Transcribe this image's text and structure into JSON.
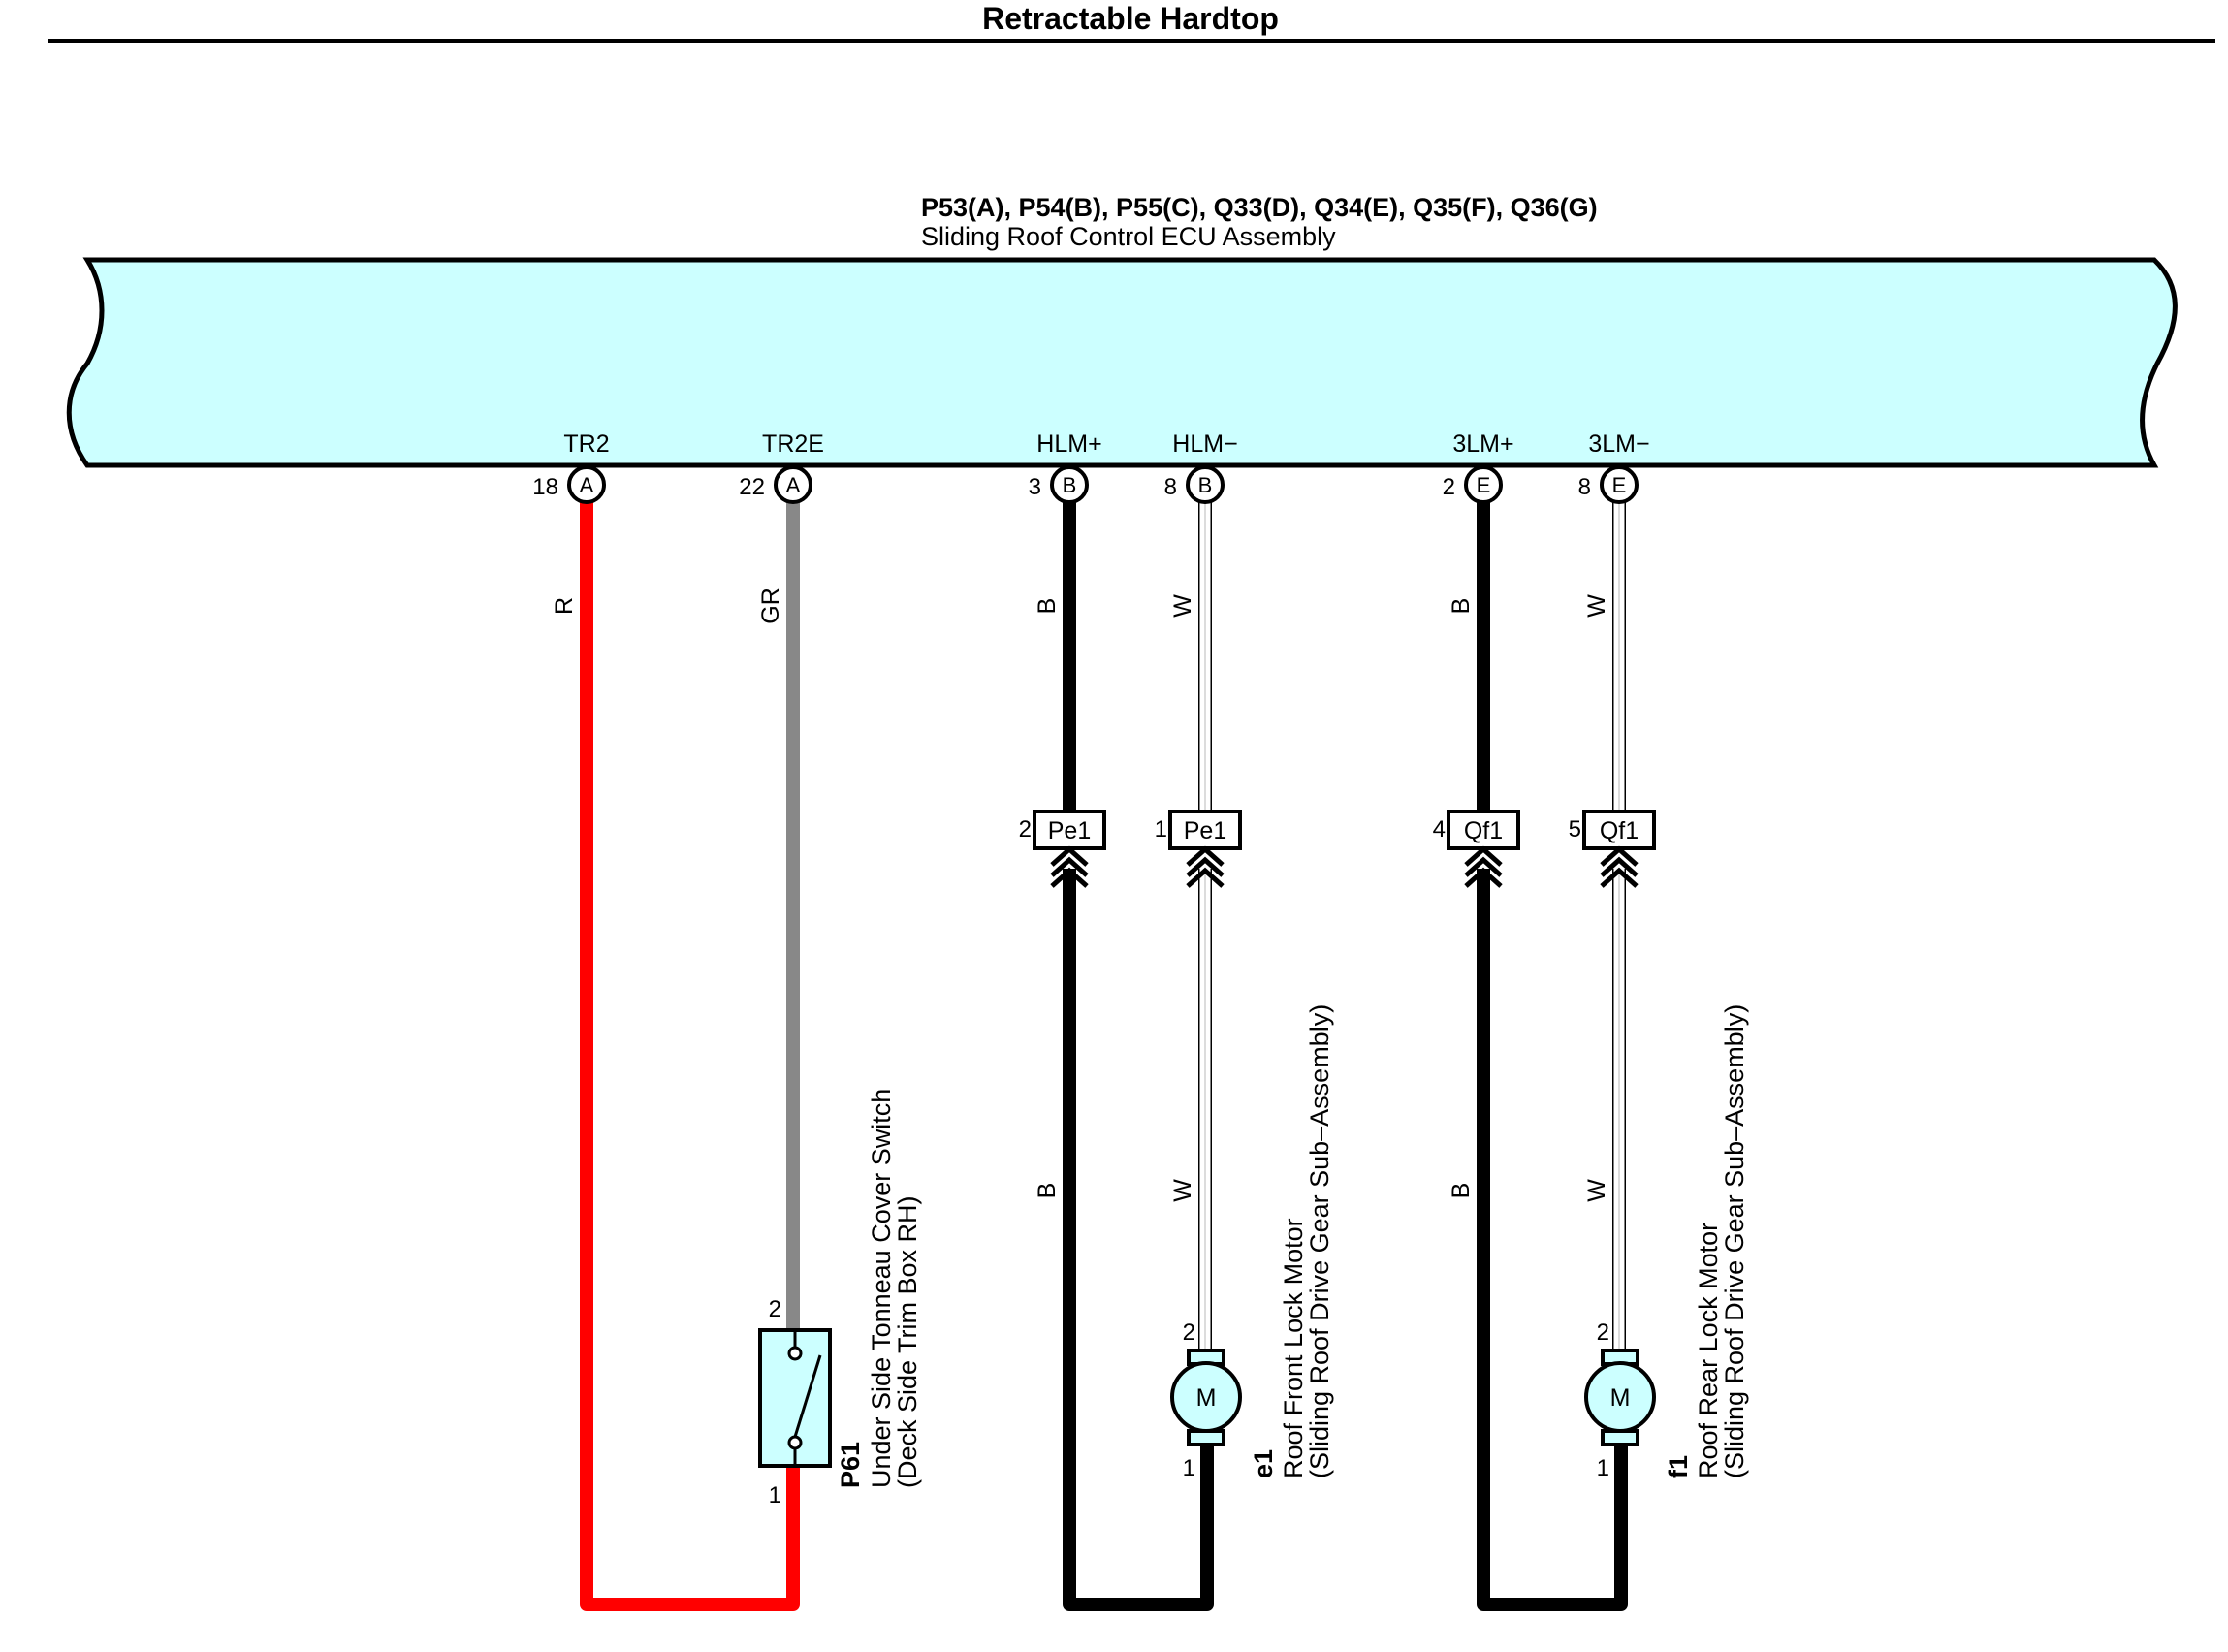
{
  "title": "Retractable Hardtop",
  "ecu": {
    "connectors_line": "P53(A), P54(B), P55(C), Q33(D), Q34(E), Q35(F), Q36(G)",
    "name": "Sliding Roof Control ECU Assembly",
    "fill_color": "#ccffff"
  },
  "terminals": [
    {
      "name": "TR2",
      "pin": "18",
      "connector": "A"
    },
    {
      "name": "TR2E",
      "pin": "22",
      "connector": "A"
    },
    {
      "name": "HLM+",
      "pin": "3",
      "connector": "B"
    },
    {
      "name": "HLM−",
      "pin": "8",
      "connector": "B"
    },
    {
      "name": "3LM+",
      "pin": "2",
      "connector": "E"
    },
    {
      "name": "3LM−",
      "pin": "8",
      "connector": "E"
    }
  ],
  "wire_colors": {
    "R": "#ff0000",
    "GR": "#888888",
    "B": "#000000",
    "W": "#ffffff"
  },
  "wire_labels": [
    {
      "text": "R"
    },
    {
      "text": "GR"
    },
    {
      "text": "B"
    },
    {
      "text": "W"
    },
    {
      "text": "B"
    },
    {
      "text": "W"
    },
    {
      "text": "B"
    },
    {
      "text": "W"
    },
    {
      "text": "B"
    },
    {
      "text": "W"
    }
  ],
  "junction_connectors": [
    {
      "pin": "2",
      "name": "Pe1"
    },
    {
      "pin": "1",
      "name": "Pe1"
    },
    {
      "pin": "4",
      "name": "Qf1"
    },
    {
      "pin": "5",
      "name": "Qf1"
    }
  ],
  "switch": {
    "code": "P61",
    "name": "Under Side Tonneau Cover Switch",
    "location": "(Deck Side Trim Box RH)",
    "pin_top": "2",
    "pin_bottom": "1"
  },
  "motors": [
    {
      "code": "e1",
      "name": "Roof Front Lock Motor",
      "sub": "(Sliding Roof Drive Gear Sub–Assembly)",
      "symbol": "M",
      "pin_top": "2",
      "pin_bottom": "1"
    },
    {
      "code": "f1",
      "name": "Roof Rear Lock Motor",
      "sub": "(Sliding Roof Drive Gear Sub–Assembly)",
      "symbol": "M",
      "pin_top": "2",
      "pin_bottom": "1"
    }
  ]
}
